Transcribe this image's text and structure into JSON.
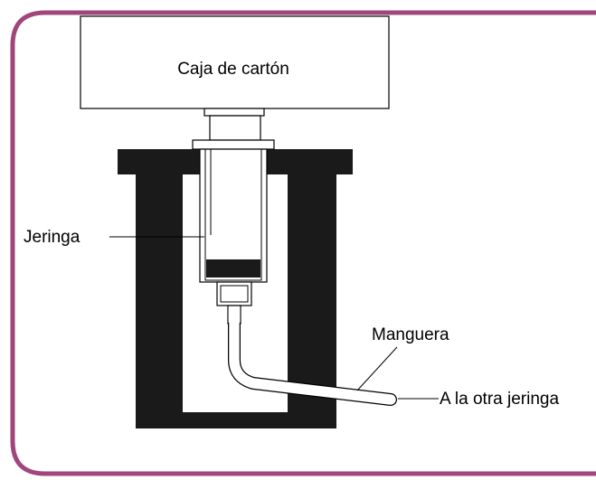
{
  "labels": {
    "box": "Caja de cartón",
    "syringe": "Jeringa",
    "hose": "Manguera",
    "other_syringe": "A la otra jeringa"
  },
  "colors": {
    "frame_border": "#a0467d",
    "stand": "#1a1a1a",
    "line": "#000000",
    "background": "#ffffff"
  }
}
